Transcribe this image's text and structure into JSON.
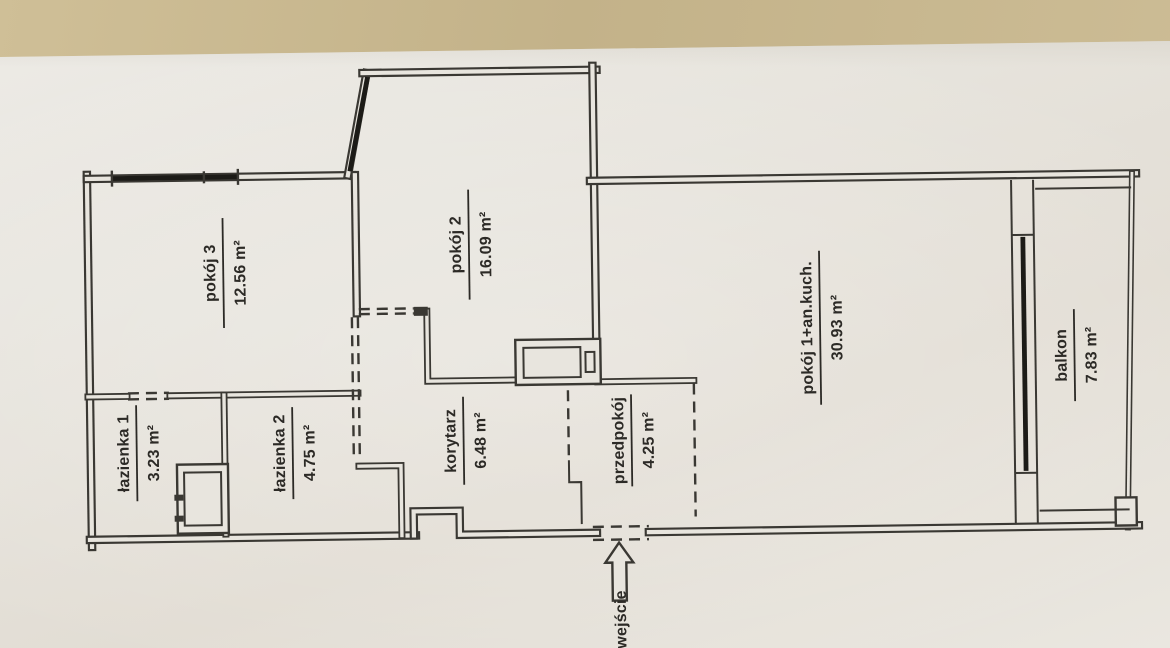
{
  "document": {
    "type": "apartment floor plan (scanned drawing)",
    "language": "Polish"
  },
  "rooms": [
    {
      "name": "pokój 3",
      "area": "12.56 m²"
    },
    {
      "name": "pokój 2",
      "area": "16.09 m²"
    },
    {
      "name": "łazienka 1",
      "area": "3.23 m²"
    },
    {
      "name": "łazienka 2",
      "area": "4.75 m²"
    },
    {
      "name": "korytarz",
      "area": "6.48 m²"
    },
    {
      "name": "przedpokój",
      "area": "4.25 m²"
    },
    {
      "name": "pokój 1+an.kuch.",
      "area": "30.93 m²"
    },
    {
      "name": "balkon",
      "area": "7.83 m²"
    }
  ],
  "entrance": {
    "label": "wejście"
  },
  "colors": {
    "paper": "#e8e5de",
    "table": "#c8b78c",
    "ink": "#3a3833",
    "glazing": "#1c1b17"
  }
}
